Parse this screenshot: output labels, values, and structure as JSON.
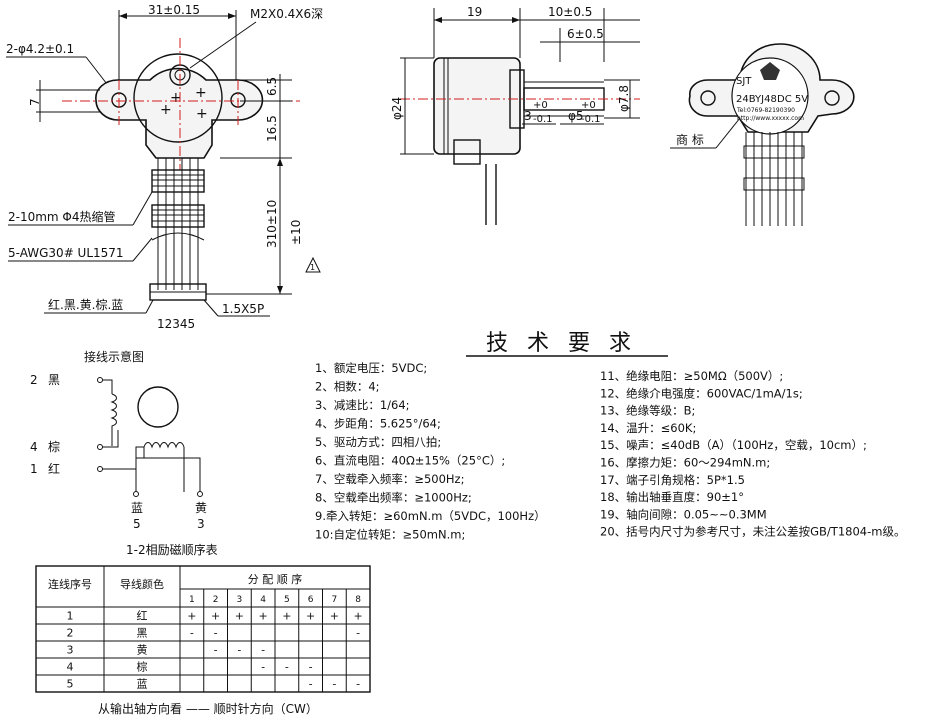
{
  "dimensions": {
    "hole_spacing": "31±0.15",
    "screw": "M2X0.4X6深",
    "holes": "2-φ4.2±0.1",
    "d7": "7",
    "d65": "6.5",
    "d165": "16.5",
    "d310": "310±10",
    "d19": "19",
    "d10": "10±0.5",
    "d6": "6±0.5",
    "d24": "φ24",
    "d78": "φ7.8",
    "d3": "3",
    "d3_tol_up": "+0",
    "d3_tol_dn": "-0.1",
    "d5": "φ5",
    "d5_tol_up": "+0",
    "d5_tol_dn": "-0.1"
  },
  "labels": {
    "heat_shrink": "2-10mm  Φ4热缩管",
    "wire": "5-AWG30# UL1571",
    "colors": "红.黑.黄.棕.蓝",
    "connector": "1.5X5P",
    "pins": "12345",
    "trademark": "商 标",
    "marker": "1"
  },
  "label_plate": {
    "brand": "SJT",
    "model": "24BYJ48",
    "voltage": "DC 5V",
    "tel": "Tel:0769-82190390",
    "web": "http://www.xxxxx.com"
  },
  "wiring": {
    "title": "接线示意图",
    "wire2": "2",
    "wire2_color": "黑",
    "wire4": "4",
    "wire4_color": "棕",
    "wire1": "1",
    "wire1_color": "红",
    "wire5_color": "蓝",
    "wire5": "5",
    "wire3_color": "黄",
    "wire3": "3"
  },
  "tech": {
    "title": "技 术 要 求",
    "left_items": [
      "1、额定电压：5VDC;",
      "2、相数：4;",
      "3、减速比：1/64;",
      "4、步距角：5.625°/64;",
      "5、驱动方式：四相八拍;",
      "6、直流电阻：40Ω±15%（25°C）;",
      "7、空载牵入频率：≥500Hz;",
      "8、空载牵出频率：≥1000Hz;",
      "9.牵入转矩：≥60mN.m（5VDC，100Hz）",
      "10:自定位转矩：≥50mN.m;"
    ],
    "right_items": [
      "11、绝缘电阻：≥50MΩ（500V）;",
      "12、绝缘介电强度：600VAC/1mA/1s;",
      "13、绝缘等级：B;",
      "14、温升：≤60K;",
      "15、噪声：≤40dB（A）（100Hz，空载，10cm）;",
      "16、摩擦力矩：60～294mN.m;",
      "17、端子引角规格：5P*1.5",
      "18、输出轴垂直度：90±1°",
      "19、轴向间隙：0.05~~0.3MM",
      "20、括号内尺寸为参考尺寸，未注公差按GB/T1804-m级。"
    ]
  },
  "table": {
    "title": "1-2相励磁顺序表",
    "col1": "连线序号",
    "col2": "导线颜色",
    "group": "分 配 顺 序",
    "steps": [
      "1",
      "2",
      "3",
      "4",
      "5",
      "6",
      "7",
      "8"
    ],
    "rows": [
      {
        "no": "1",
        "color": "红",
        "cells": [
          "+",
          "+",
          "+",
          "+",
          "+",
          "+",
          "+",
          "+"
        ]
      },
      {
        "no": "2",
        "color": "黑",
        "cells": [
          "-",
          "-",
          "",
          "",
          "",
          "",
          "",
          "-"
        ]
      },
      {
        "no": "3",
        "color": "黄",
        "cells": [
          "",
          "-",
          "-",
          "-",
          "",
          "",
          "",
          ""
        ]
      },
      {
        "no": "4",
        "color": "棕",
        "cells": [
          "",
          "",
          "",
          "-",
          "-",
          "-",
          "",
          ""
        ]
      },
      {
        "no": "5",
        "color": "蓝",
        "cells": [
          "",
          "",
          "",
          "",
          "",
          "-",
          "-",
          "-"
        ]
      }
    ],
    "footer": "从输出轴方向看 —— 顺时针方向（CW）"
  }
}
